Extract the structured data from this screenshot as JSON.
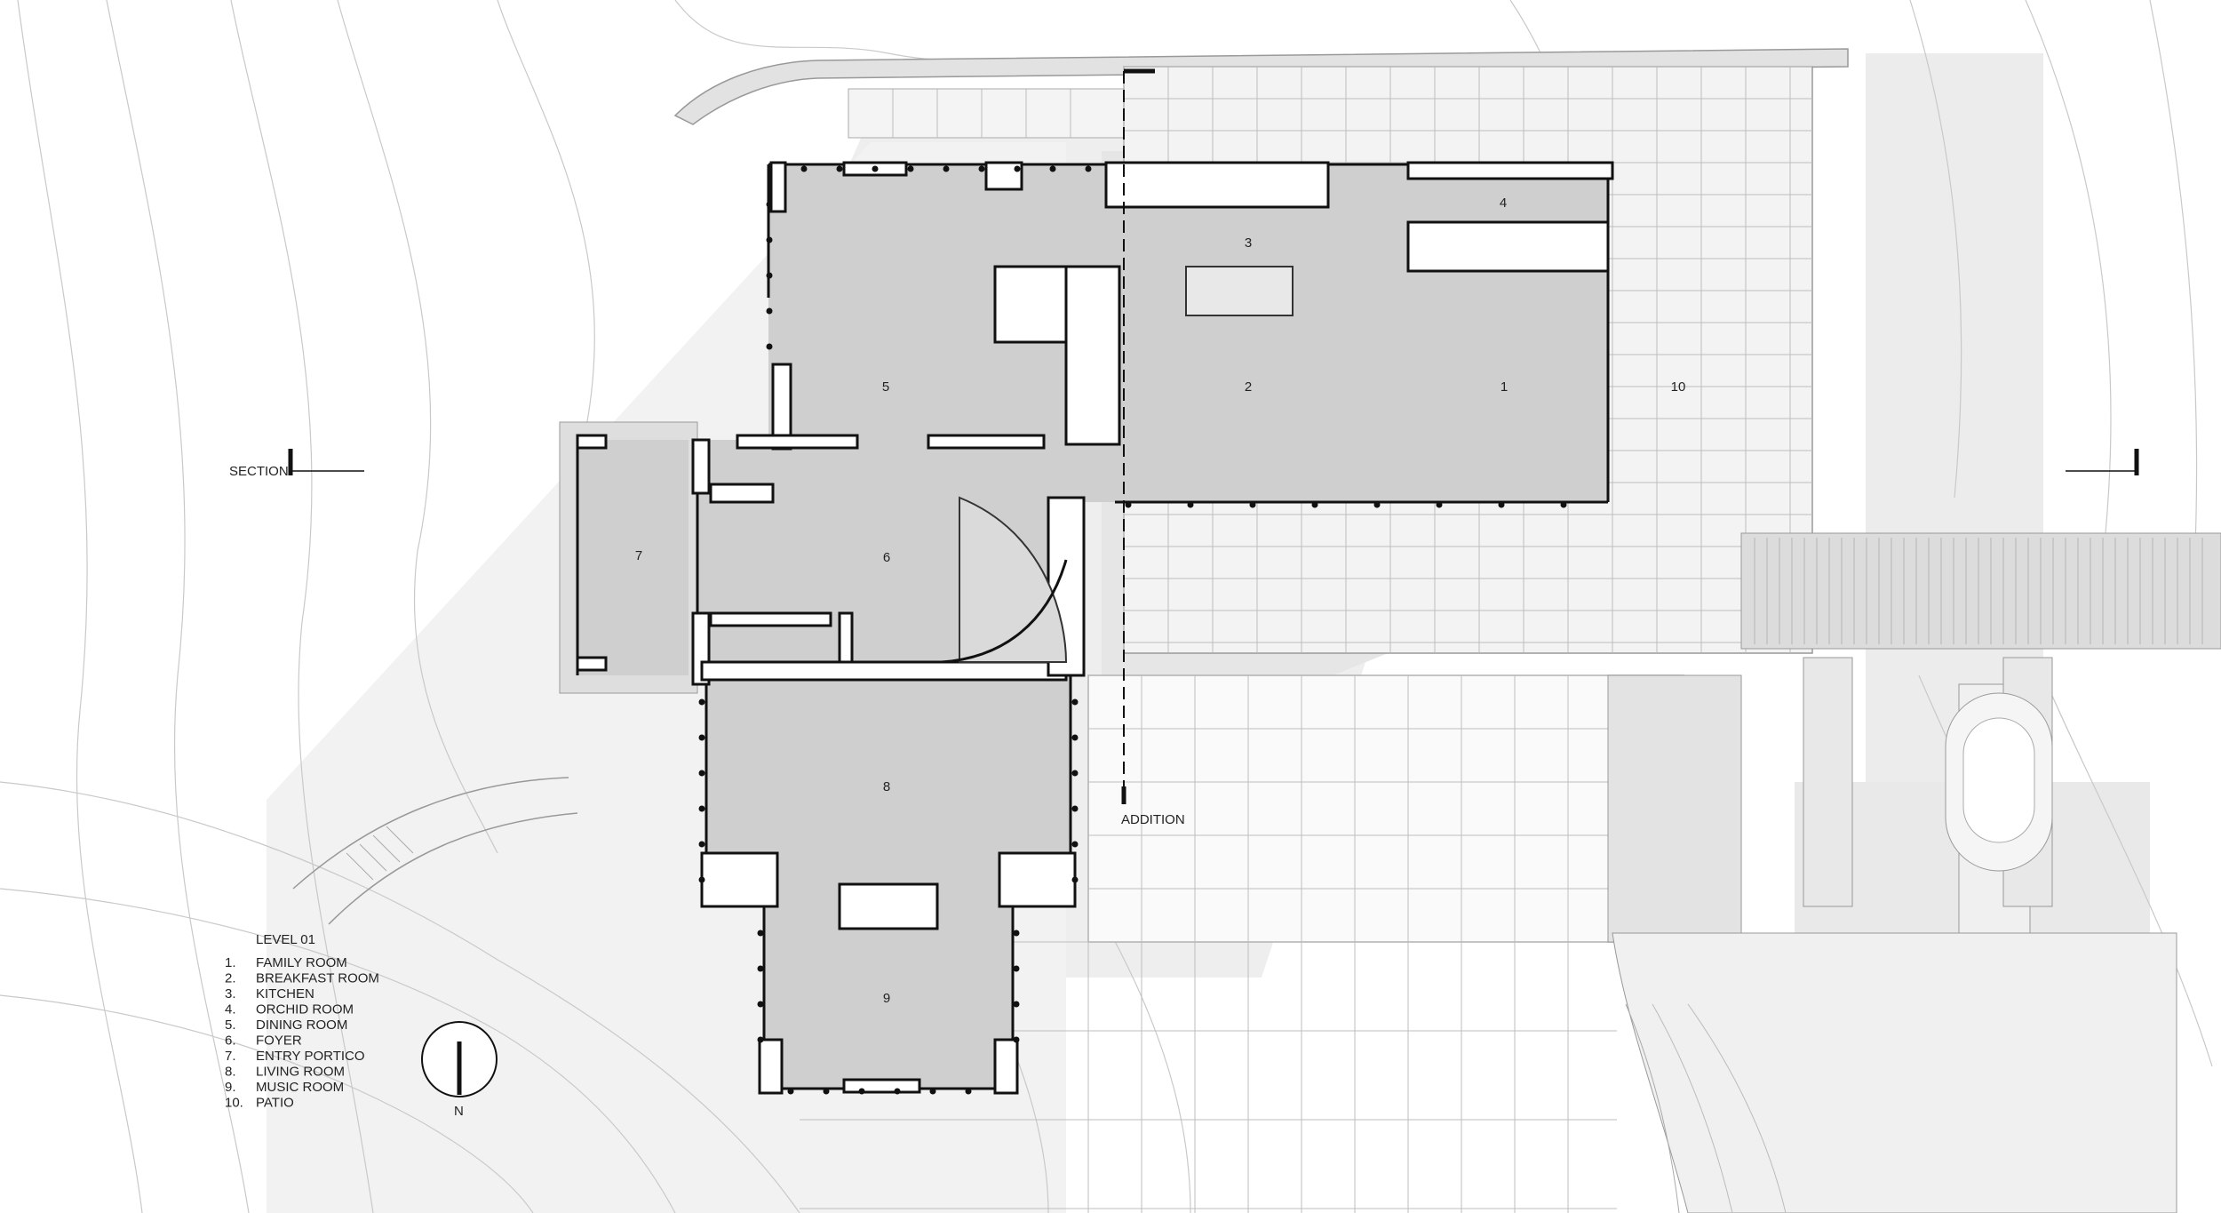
{
  "room_numbers": [
    {
      "id": "family-room",
      "text": "1"
    },
    {
      "id": "breakfast-room",
      "text": "2"
    },
    {
      "id": "kitchen",
      "text": "3"
    },
    {
      "id": "orchid-room",
      "text": "4"
    },
    {
      "id": "dining-room",
      "text": "5"
    },
    {
      "id": "foyer",
      "text": "6"
    },
    {
      "id": "entry-portico",
      "text": "7"
    },
    {
      "id": "living-room",
      "text": "8"
    },
    {
      "id": "music-room",
      "text": "9"
    },
    {
      "id": "patio",
      "text": "10"
    }
  ],
  "section_label": "SECTION",
  "addition_label": "ADDITION",
  "north_label": "N",
  "legend": {
    "title": "LEVEL 01",
    "items": [
      {
        "num": "1.",
        "name": "FAMILY ROOM"
      },
      {
        "num": "2.",
        "name": "BREAKFAST ROOM"
      },
      {
        "num": "3.",
        "name": "KITCHEN"
      },
      {
        "num": "4.",
        "name": "ORCHID ROOM"
      },
      {
        "num": "5.",
        "name": "DINING ROOM"
      },
      {
        "num": "6.",
        "name": "FOYER"
      },
      {
        "num": "7.",
        "name": "ENTRY PORTICO"
      },
      {
        "num": "8.",
        "name": "LIVING ROOM"
      },
      {
        "num": "9.",
        "name": "MUSIC ROOM"
      },
      {
        "num": "10.",
        "name": "PATIO"
      }
    ]
  }
}
